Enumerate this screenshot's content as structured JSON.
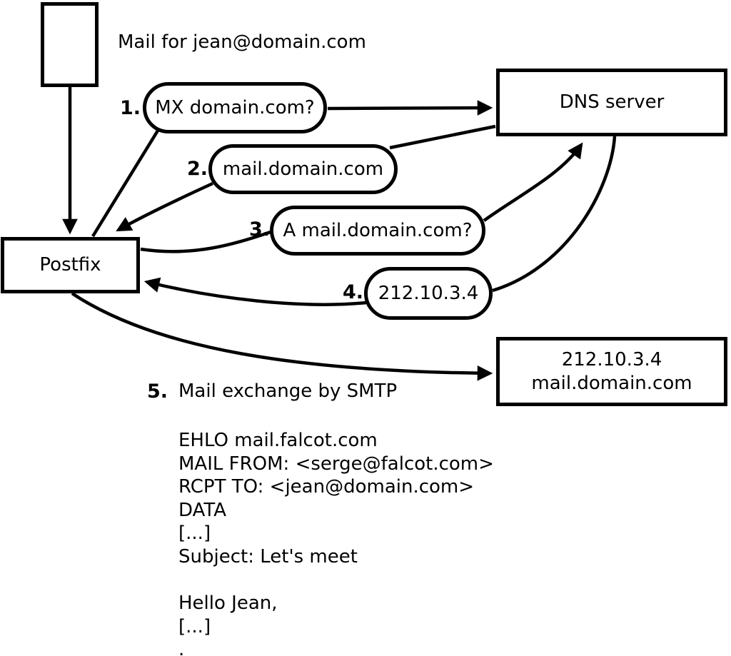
{
  "diagram": {
    "title_note": "Mail for jean@domain.com",
    "nodes": {
      "postfix": "Postfix",
      "dns_server": "DNS server",
      "mail_server_ip": "212.10.3.4",
      "mail_server_host": "mail.domain.com"
    },
    "steps": [
      {
        "num": "1.",
        "label": "MX domain.com?"
      },
      {
        "num": "2.",
        "label": "mail.domain.com"
      },
      {
        "num": "3.",
        "label": "A mail.domain.com?"
      },
      {
        "num": "4.",
        "label": "212.10.3.4"
      },
      {
        "num": "5.",
        "label": "Mail exchange by SMTP"
      }
    ],
    "smtp_session": "EHLO mail.falcot.com\nMAIL FROM: <serge@falcot.com>\nRCPT TO: <jean@domain.com>\nDATA\n[...]\nSubject: Let's meet\n\nHello Jean,\n[...]\n."
  },
  "colors": {
    "stroke": "#000000",
    "background": "#ffffff"
  }
}
